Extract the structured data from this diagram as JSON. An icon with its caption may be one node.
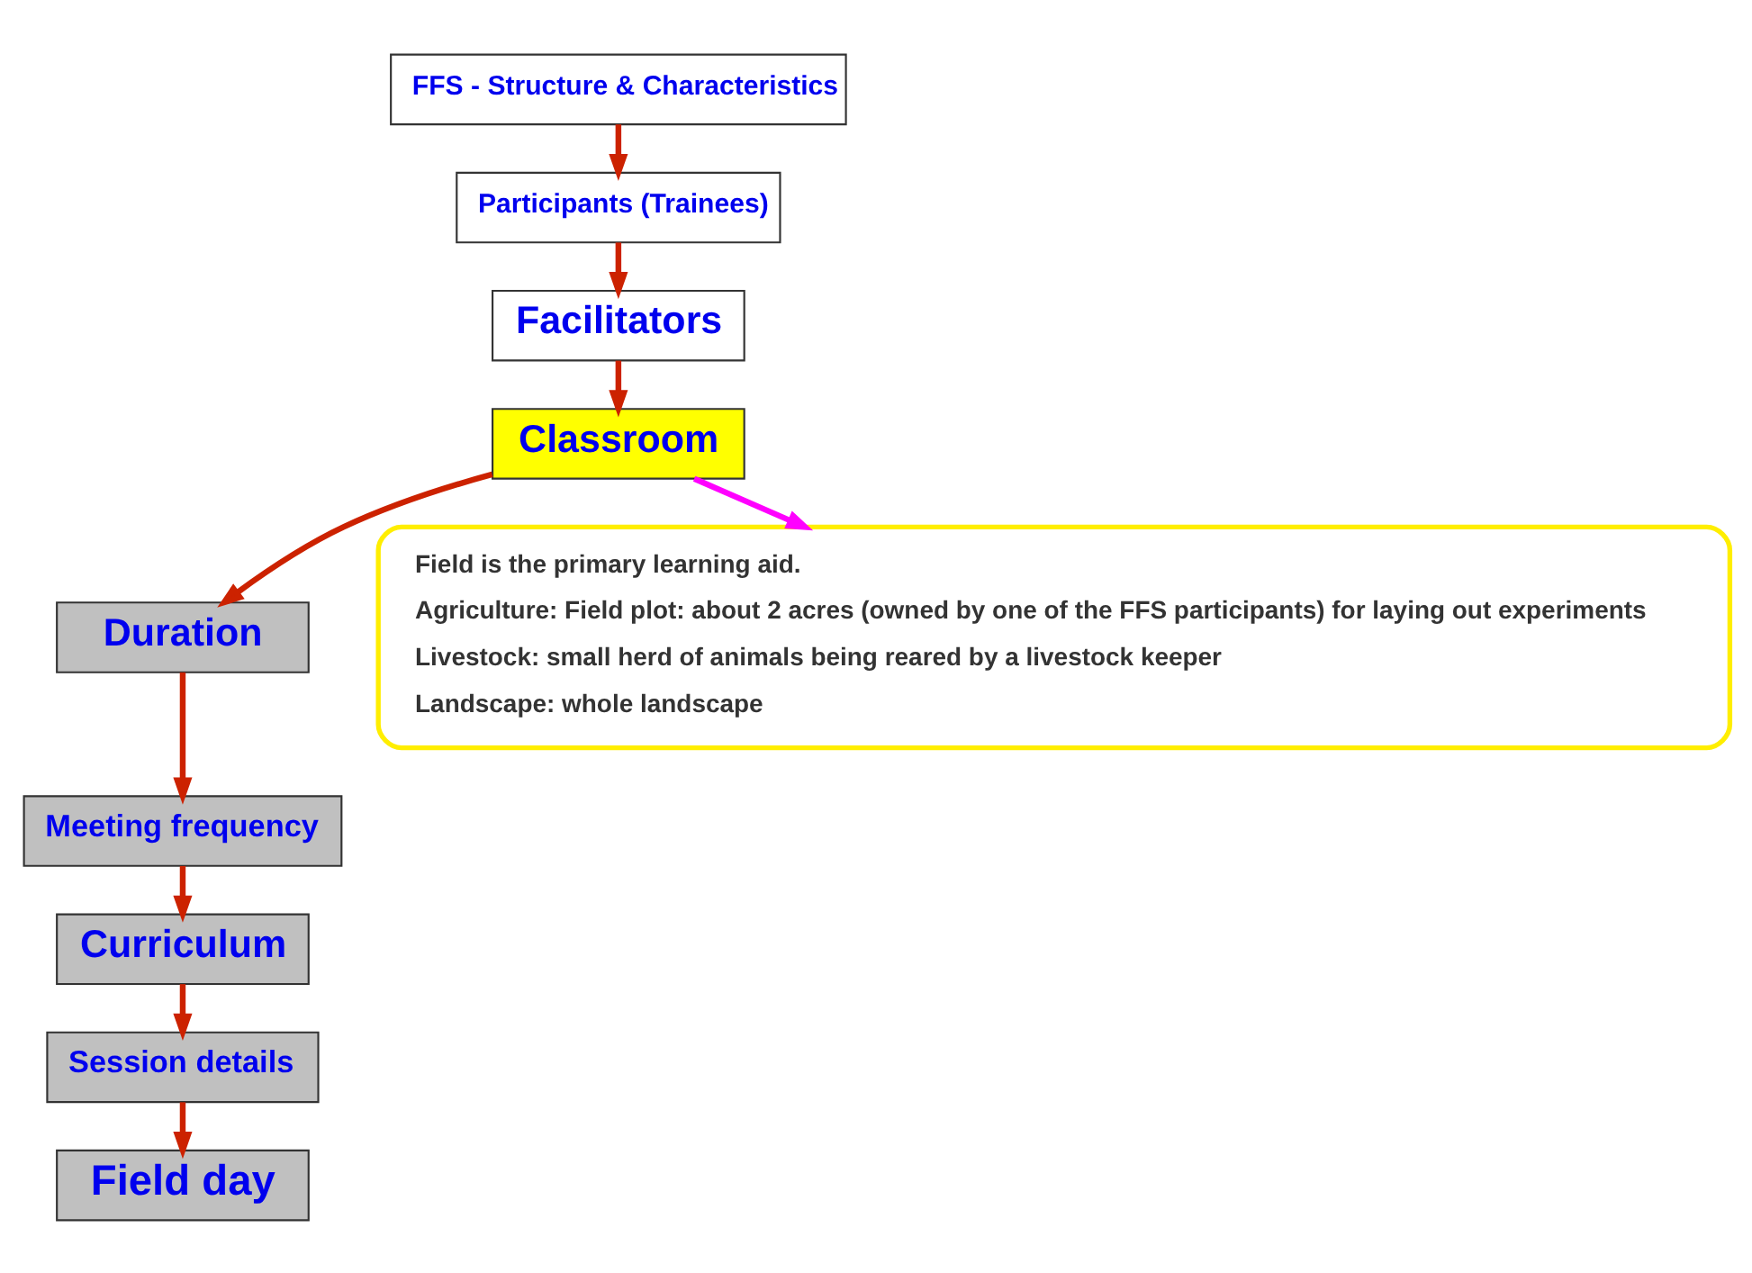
{
  "diagram": {
    "nodes": [
      {
        "text": [
          "FFS - Structure & Characteristics"
        ]
      },
      {
        "text": [
          "Participants (Trainees)"
        ]
      },
      {
        "text": [
          "Facilitators"
        ]
      },
      {
        "text": [
          "Classroom"
        ]
      },
      {
        "text": [
          "Duration"
        ]
      },
      {
        "text": [
          "Meeting frequency"
        ]
      },
      {
        "text": [
          "Curriculum"
        ]
      },
      {
        "text": [
          "Session details"
        ]
      },
      {
        "text": [
          "Field day"
        ]
      },
      {
        "text": [
          "Field is the primary learning aid.",
          "Agriculture: Field plot: about 2 acres (owned by one of the FFS participants) for laying out experiments",
          "Livestock: small herd of animals being reared by a livestock keeper",
          "Landscape: whole landscape"
        ]
      }
    ],
    "edges": [
      {
        "from": 0,
        "to": 1,
        "arrow": "to"
      },
      {
        "from": 1,
        "to": 2,
        "arrow": "to"
      },
      {
        "from": 2,
        "to": 3,
        "arrow": "to"
      },
      {
        "from": 3,
        "to": 4,
        "arrow": "to"
      },
      {
        "from": 4,
        "to": 5,
        "arrow": "to"
      },
      {
        "from": 5,
        "to": 6,
        "arrow": "to"
      },
      {
        "from": 6,
        "to": 7,
        "arrow": "to"
      },
      {
        "from": 7,
        "to": 8,
        "arrow": "to"
      },
      {
        "from": 3,
        "to": 9,
        "arrow": "to",
        "color": "#ff00ff"
      }
    ]
  }
}
